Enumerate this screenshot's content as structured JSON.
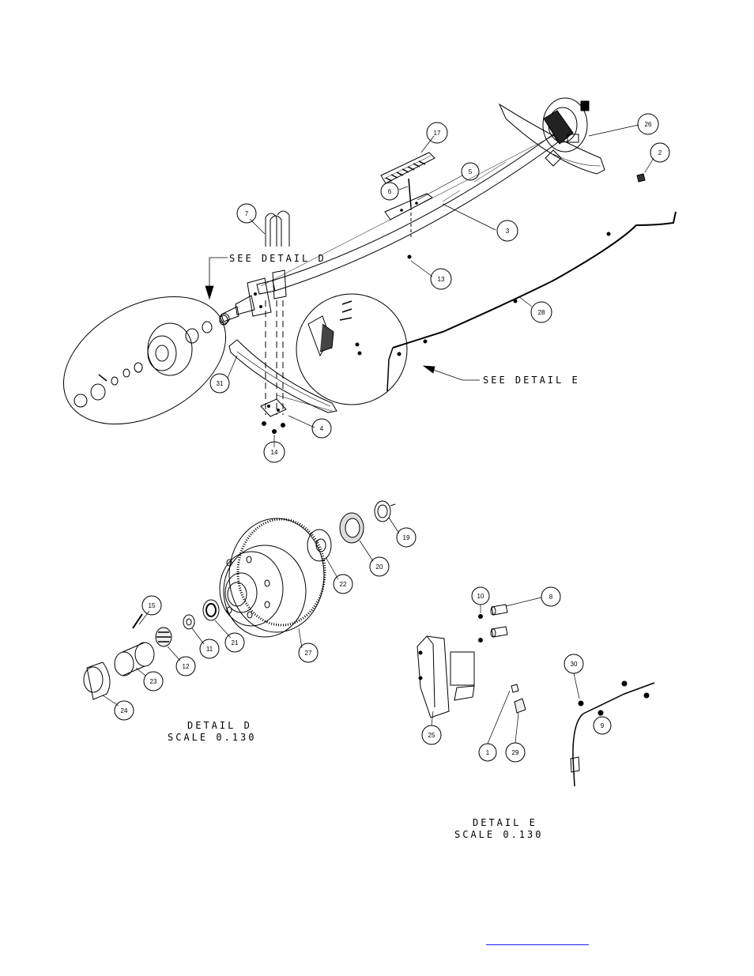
{
  "main_view": {
    "callouts": [
      "17",
      "5",
      "6",
      "7",
      "3",
      "13",
      "26",
      "2",
      "28",
      "31",
      "4",
      "14"
    ],
    "see_detail_d": "SEE DETAIL  D",
    "see_detail_e": "SEE DETAIL  E"
  },
  "detail_d": {
    "title": "DETAIL  D",
    "scale": "SCALE  0.130",
    "callouts": [
      "19",
      "20",
      "22",
      "27",
      "15",
      "21",
      "11",
      "12",
      "23",
      "24"
    ]
  },
  "detail_e": {
    "title": "DETAIL  E",
    "scale": "SCALE  0.130",
    "callouts": [
      "10",
      "8",
      "30",
      "9",
      "25",
      "1",
      "29"
    ]
  },
  "footer": {
    "link_text": ""
  }
}
